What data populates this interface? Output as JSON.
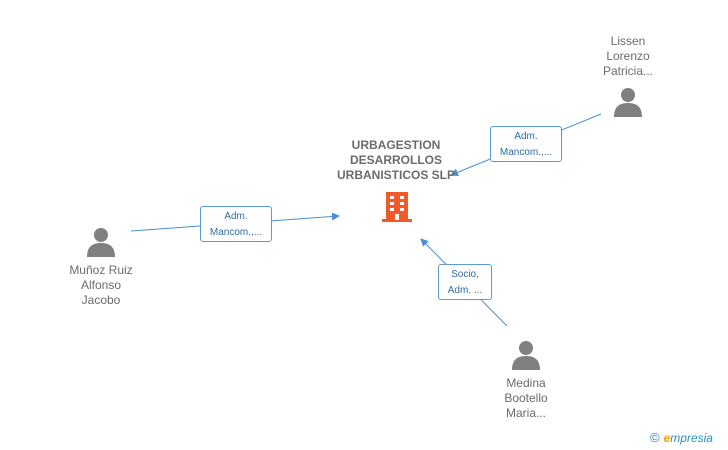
{
  "company": {
    "name_lines": [
      "URBAGESTION",
      "DESARROLLOS",
      "URBANISTICOS SLP"
    ],
    "icon": "building-icon",
    "color": "#f05a28"
  },
  "persons": [
    {
      "id": "lissen",
      "name_lines": [
        "Lissen",
        "Lorenzo",
        "Patricia..."
      ],
      "icon": "person-icon"
    },
    {
      "id": "munoz",
      "name_lines": [
        "Muñoz Ruiz",
        "Alfonso",
        "Jacobo"
      ],
      "icon": "person-icon"
    },
    {
      "id": "medina",
      "name_lines": [
        "Medina",
        "Bootello",
        "Maria..."
      ],
      "icon": "person-icon"
    }
  ],
  "edges": [
    {
      "from": "lissen",
      "label_lines": [
        "Adm.",
        "Mancom.,..."
      ]
    },
    {
      "from": "munoz",
      "label_lines": [
        "Adm.",
        "Mancom.,..."
      ]
    },
    {
      "from": "medina",
      "label_lines": [
        "Socio,",
        "Adm. ..."
      ]
    }
  ],
  "colors": {
    "edge": "#4a8fd4",
    "person": "#808080",
    "text": "#6b6b6b"
  },
  "brand": {
    "copyright": "©",
    "name_initial": "e",
    "name_rest": "mpresia"
  }
}
